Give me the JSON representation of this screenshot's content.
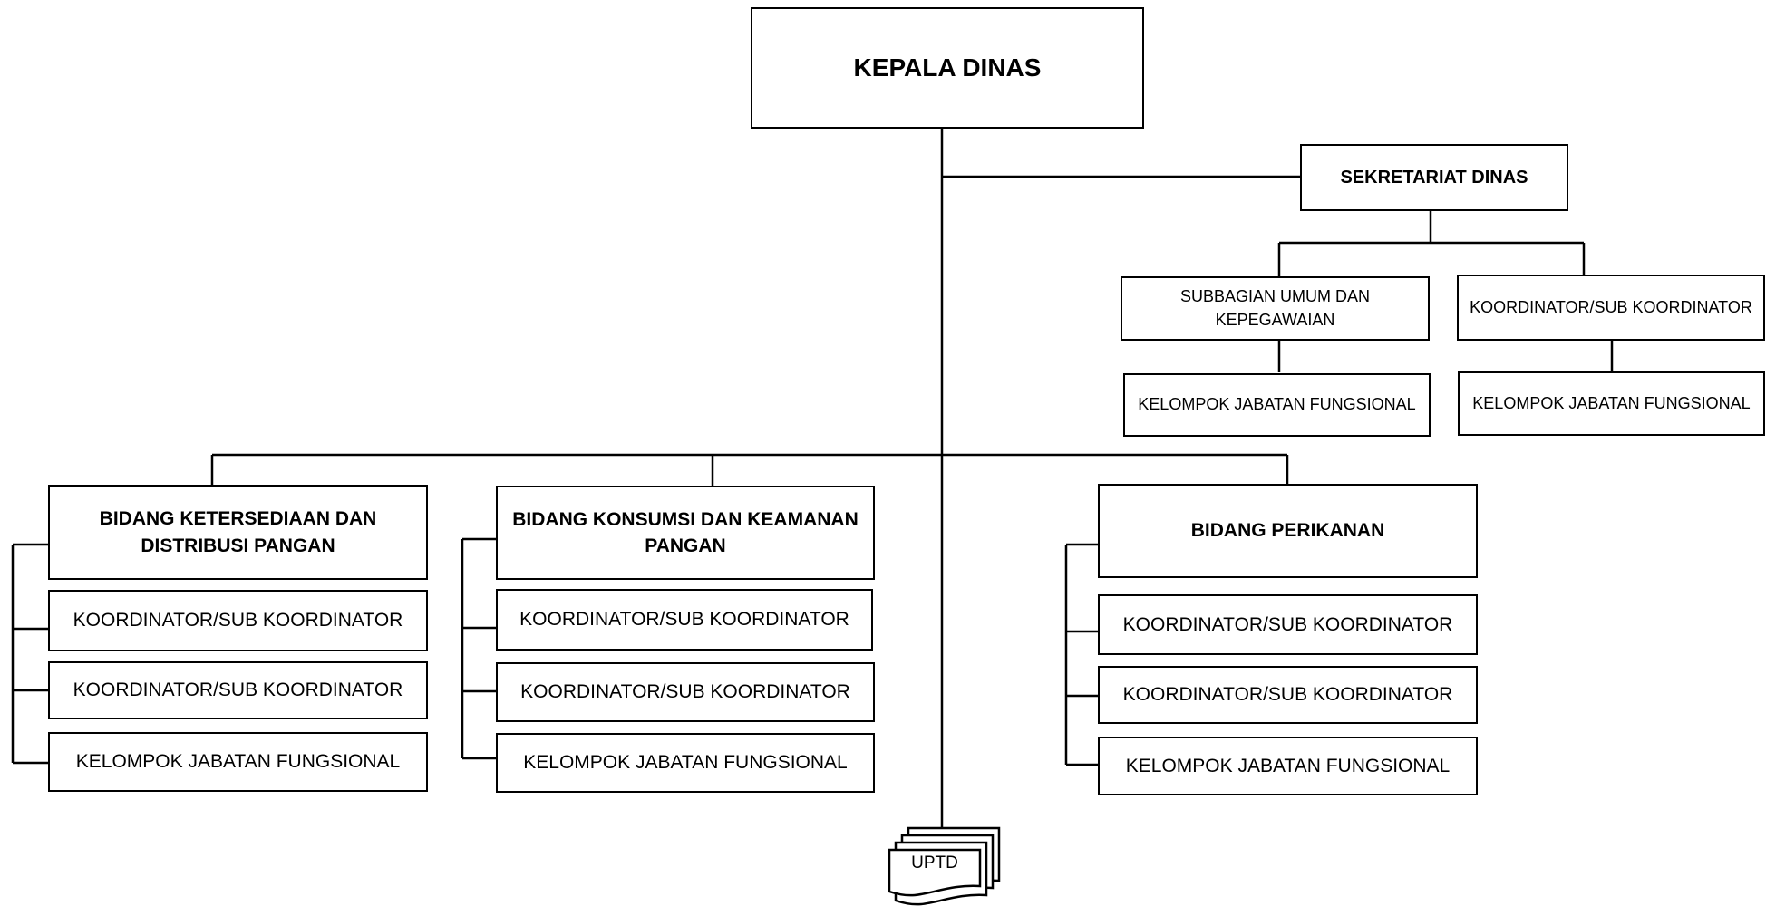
{
  "kepala": "KEPALA DINAS",
  "sekretariat": {
    "title": "SEKRETARIAT DINAS",
    "subbagian": "SUBBAGIAN UMUM DAN KEPEGAWAIAN",
    "koordinator": "KOORDINATOR/SUB KOORDINATOR",
    "kjf_left": "KELOMPOK JABATAN FUNGSIONAL",
    "kjf_right": "KELOMPOK JABATAN FUNGSIONAL"
  },
  "bidang": [
    {
      "title": "BIDANG KETERSEDIAAN DAN DISTRIBUSI PANGAN",
      "items": [
        "KOORDINATOR/SUB KOORDINATOR",
        "KOORDINATOR/SUB KOORDINATOR",
        "KELOMPOK JABATAN FUNGSIONAL"
      ]
    },
    {
      "title": "BIDANG KONSUMSI DAN KEAMANAN PANGAN",
      "items": [
        "KOORDINATOR/SUB KOORDINATOR",
        "KOORDINATOR/SUB KOORDINATOR",
        "KELOMPOK JABATAN FUNGSIONAL"
      ]
    },
    {
      "title": "BIDANG PERIKANAN",
      "items": [
        "KOORDINATOR/SUB KOORDINATOR",
        "KOORDINATOR/SUB KOORDINATOR",
        "KELOMPOK JABATAN FUNGSIONAL"
      ]
    }
  ],
  "uptd": "UPTD"
}
